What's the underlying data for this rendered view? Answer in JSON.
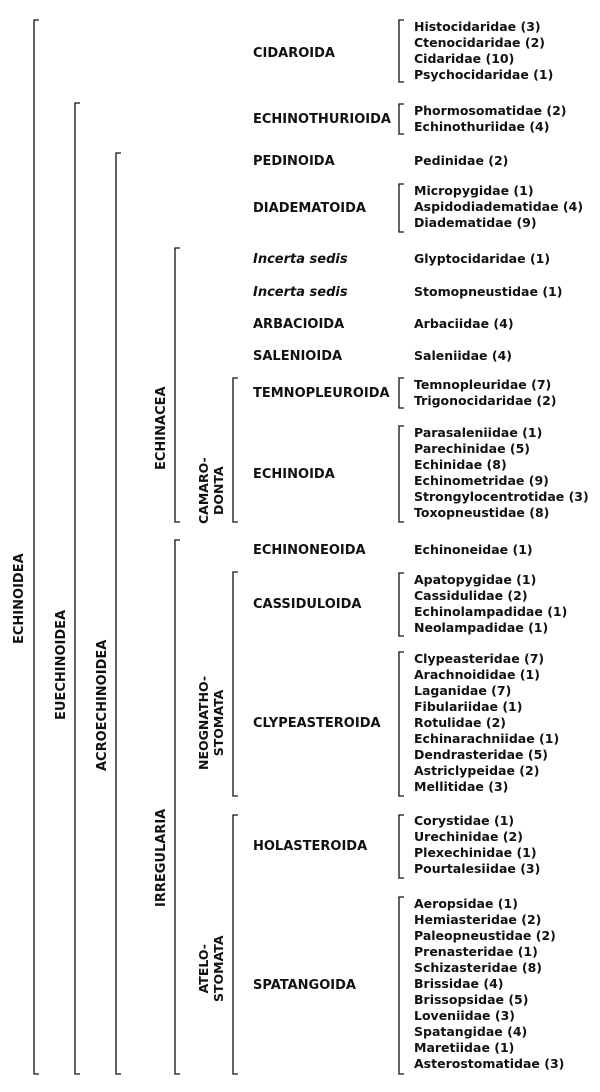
{
  "ranks": {
    "echinoidea": "ECHINOIDEA",
    "euechinoidea": "EUECHINOIDEA",
    "acroechinoidea": "ACROECHINOIDEA",
    "echinacea": "ECHINACEA",
    "camarodonta": [
      "CAMARO-",
      "DONTA"
    ],
    "irregularia": "IRREGULARIA",
    "neognathostomata": [
      "NEOGNATHO-",
      "STOMATA"
    ],
    "atelostomata": [
      "ATELO-",
      "STOMATA"
    ]
  },
  "orders": [
    {
      "name": "CIDAROIDA",
      "families": [
        "Histocidaridae (3)",
        "Ctenocidaridae (2)",
        "Cidaridae (10)",
        "Psychocidaridae (1)"
      ]
    },
    {
      "name": "ECHINOTHURIOIDA",
      "families": [
        "Phormosomatidae (2)",
        "Echinothuriidae (4)"
      ]
    },
    {
      "name": "PEDINOIDA",
      "families": [
        "Pedinidae (2)"
      ]
    },
    {
      "name": "DIADEMATOIDA",
      "families": [
        "Micropygidae (1)",
        "Aspidodiadematidae (4)",
        "Diadematidae (9)"
      ]
    },
    {
      "name": "Incerta sedis",
      "families": [
        "Glyptocidaridae (1)"
      ]
    },
    {
      "name": "Incerta sedis",
      "families": [
        "Stomopneustidae (1)"
      ]
    },
    {
      "name": "ARBACIOIDA",
      "families": [
        "Arbaciidae (4)"
      ]
    },
    {
      "name": "SALENIOIDA",
      "families": [
        "Saleniidae (4)"
      ]
    },
    {
      "name": "TEMNOPLEUROIDA",
      "families": [
        "Temnopleuridae (7)",
        "Trigonocidaridae (2)"
      ]
    },
    {
      "name": "ECHINOIDA",
      "families": [
        "Parasaleniidae (1)",
        "Parechinidae (5)",
        "Echinidae (8)",
        "Echinometridae (9)",
        "Strongylocentrotidae (3)",
        "Toxopneustidae (8)"
      ]
    },
    {
      "name": "ECHINONEOIDA",
      "families": [
        "Echinoneidae (1)"
      ]
    },
    {
      "name": "CASSIDULOIDA",
      "families": [
        "Apatopygidae (1)",
        "Cassidulidae (2)",
        "Echinolampadidae (1)",
        "Neolampadidae (1)"
      ]
    },
    {
      "name": "CLYPEASTEROIDA",
      "families": [
        "Clypeasteridae (7)",
        "Arachnoididae (1)",
        "Laganidae (7)",
        "Fibulariidae (1)",
        "Rotulidae (2)",
        "Echinarachniidae (1)",
        "Dendrasteridae (5)",
        "Astriclypeidae (2)",
        "Mellitidae (3)"
      ]
    },
    {
      "name": "HOLASTEROIDA",
      "families": [
        "Corystidae (1)",
        "Urechinidae (2)",
        "Plexechinidae (1)",
        "Pourtalesiidae (3)"
      ]
    },
    {
      "name": "SPATANGOIDA",
      "families": [
        "Aeropsidae (1)",
        "Hemiasteridae (2)",
        "Paleopneustidae (2)",
        "Prenasteridae (1)",
        "Schizasteridae (8)",
        "Brissidae (4)",
        "Brissopsidae (5)",
        "Loveniidae (3)",
        "Spatangidae (4)",
        "Maretiidae (1)",
        "Asterostomatidae (3)"
      ]
    }
  ]
}
